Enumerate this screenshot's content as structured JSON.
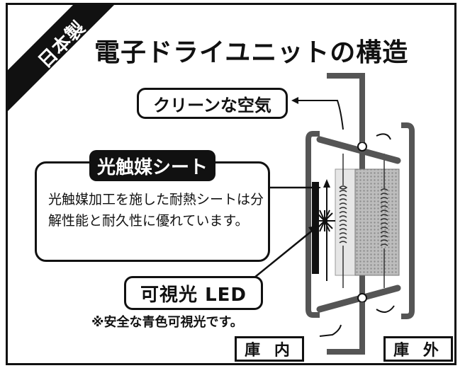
{
  "badge": "日本製",
  "title": "電子ドライユニットの構造",
  "clean_air": "クリーンな空気",
  "photocatalyst": {
    "label": "光触媒シート",
    "description": "光触媒加工を施した耐熱シートは分解性能と耐久性に優れています。"
  },
  "visible_light": {
    "label": "可視光 LED",
    "note": "※安全な青色可視光です。"
  },
  "inside_label": "庫 内",
  "outside_label": "庫 外"
}
